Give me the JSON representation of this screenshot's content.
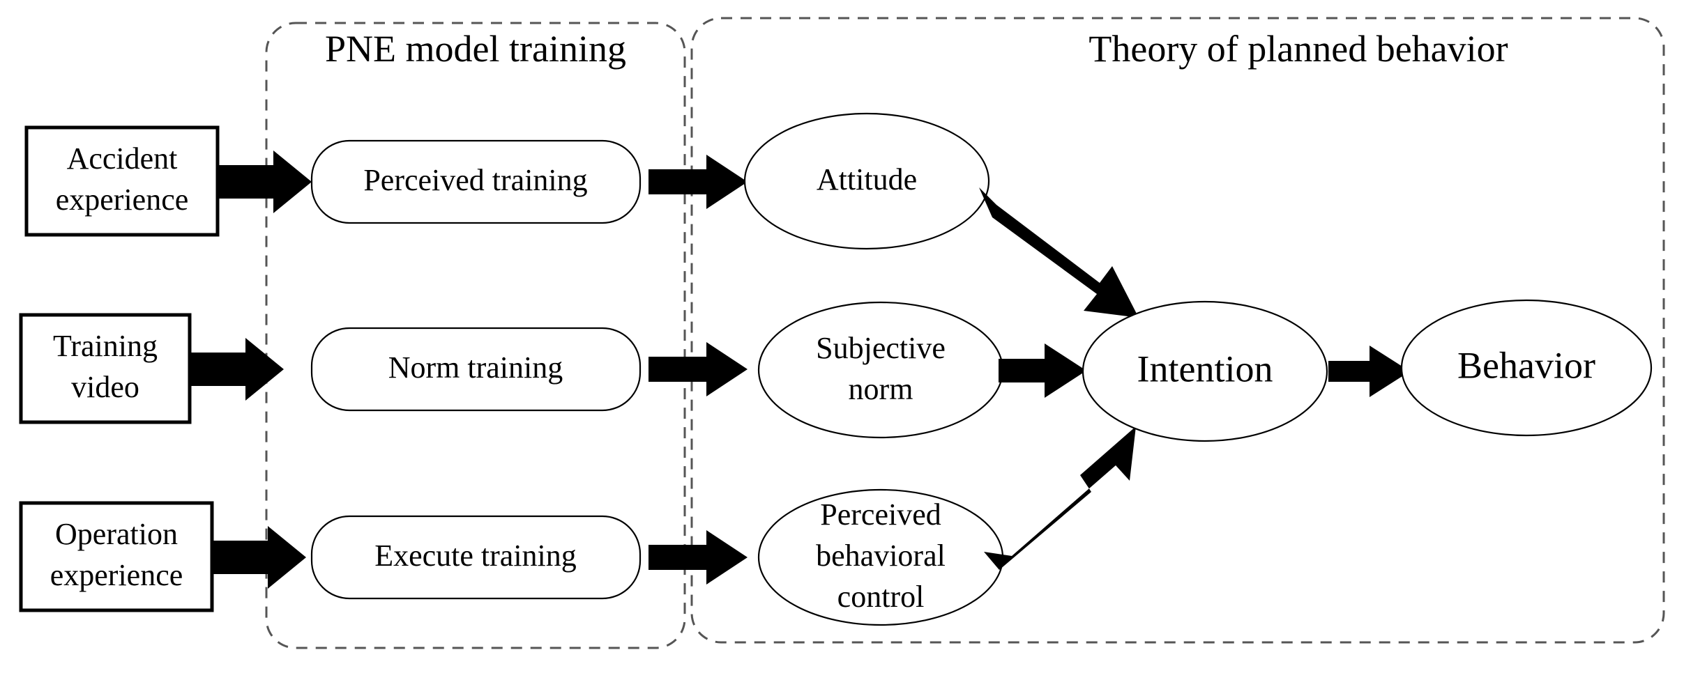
{
  "figure": {
    "title": "PNE model training and Theory of planned behavior conceptual diagram",
    "background_color": "#ffffff",
    "shape_stroke_color": "#000000",
    "dashed_group_color": "#555555",
    "arrow_color": "#000000"
  },
  "groups": [
    {
      "id": "pne",
      "title": "PNE model training"
    },
    {
      "id": "tpb",
      "title": "Theory of planned behavior"
    }
  ],
  "inputs": [
    {
      "id": "accident-experience",
      "line1": "Accident",
      "line2": "experience"
    },
    {
      "id": "training-video",
      "line1": "Training",
      "line2": "video"
    },
    {
      "id": "operation-experience",
      "line1": "Operation",
      "line2": "experience"
    }
  ],
  "trainings": [
    {
      "id": "perceived-training",
      "label": "Perceived training"
    },
    {
      "id": "norm-training",
      "label": "Norm training"
    },
    {
      "id": "execute-training",
      "label": "Execute training"
    }
  ],
  "constructs": [
    {
      "id": "attitude",
      "line1": "Attitude",
      "line2": "",
      "line3": ""
    },
    {
      "id": "subjective-norm",
      "line1": "Subjective",
      "line2": "norm",
      "line3": ""
    },
    {
      "id": "perceived-behavioral-control",
      "line1": "Perceived",
      "line2": "behavioral",
      "line3": "control"
    }
  ],
  "outcomes": [
    {
      "id": "intention",
      "label": "Intention"
    },
    {
      "id": "behavior",
      "label": "Behavior"
    }
  ],
  "edges": [
    {
      "id": "accident-to-perceived-training",
      "from": "accident-experience",
      "to": "perceived-training"
    },
    {
      "id": "video-to-norm-training",
      "from": "training-video",
      "to": "norm-training"
    },
    {
      "id": "operation-to-execute-training",
      "from": "operation-experience",
      "to": "execute-training"
    },
    {
      "id": "perceived-training-to-attitude",
      "from": "perceived-training",
      "to": "attitude"
    },
    {
      "id": "norm-training-to-subjective",
      "from": "norm-training",
      "to": "subjective-norm"
    },
    {
      "id": "execute-training-to-pbc",
      "from": "execute-training",
      "to": "perceived-behavioral-control"
    },
    {
      "id": "attitude-to-intention",
      "from": "attitude",
      "to": "intention"
    },
    {
      "id": "subjective-norm-to-intention",
      "from": "subjective-norm",
      "to": "intention"
    },
    {
      "id": "pbc-to-intention",
      "from": "perceived-behavioral-control",
      "to": "intention"
    },
    {
      "id": "intention-to-behavior",
      "from": "intention",
      "to": "behavior"
    }
  ]
}
